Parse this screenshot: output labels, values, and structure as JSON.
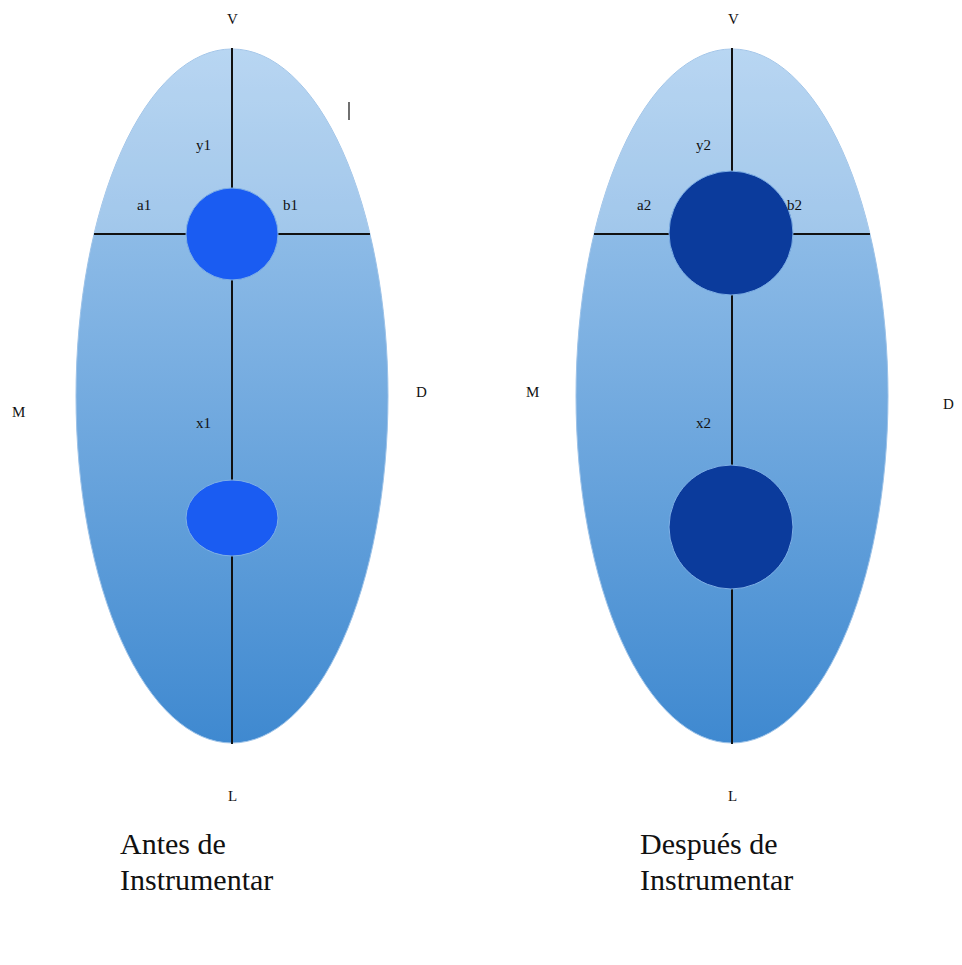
{
  "diagram": {
    "nodes": [
      {
        "text": [
          "y1",
          "a1",
          "b1",
          "x1"
        ]
      },
      {
        "text": [
          "y2",
          "a2",
          "b2",
          "x2"
        ]
      }
    ],
    "labels": [
      "V",
      "V",
      "M",
      "D",
      "M",
      "D",
      "L",
      "L",
      "Antes de Instrumentar",
      "Después de Instrumentar"
    ]
  }
}
